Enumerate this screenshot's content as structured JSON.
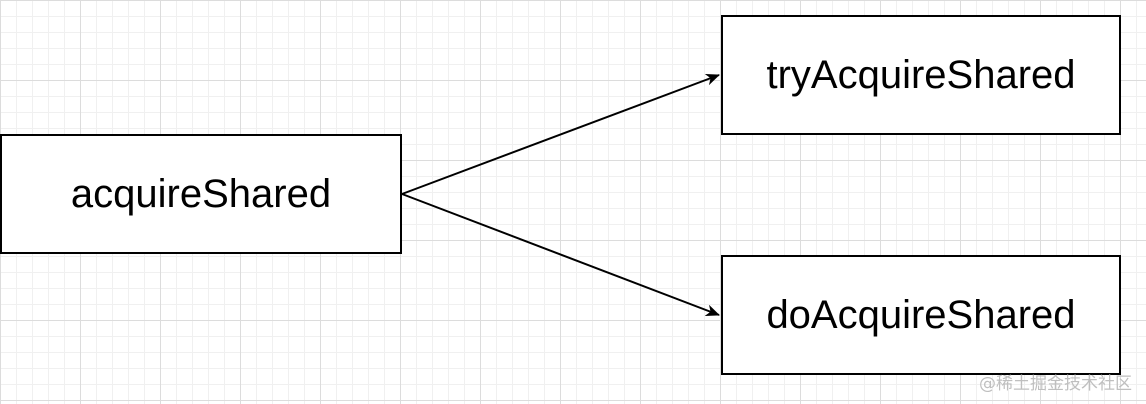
{
  "diagram": {
    "nodes": [
      {
        "id": "acquire",
        "label": "acquireShared"
      },
      {
        "id": "try",
        "label": "tryAcquireShared"
      },
      {
        "id": "do",
        "label": "doAcquireShared"
      }
    ],
    "edges": [
      {
        "from": "acquire",
        "to": "try"
      },
      {
        "from": "acquire",
        "to": "do"
      }
    ],
    "colors": {
      "node_border": "#000000",
      "edge": "#000000",
      "grid": "#dcdcdc"
    }
  },
  "watermark": {
    "text": "@稀土掘金技术社区"
  }
}
